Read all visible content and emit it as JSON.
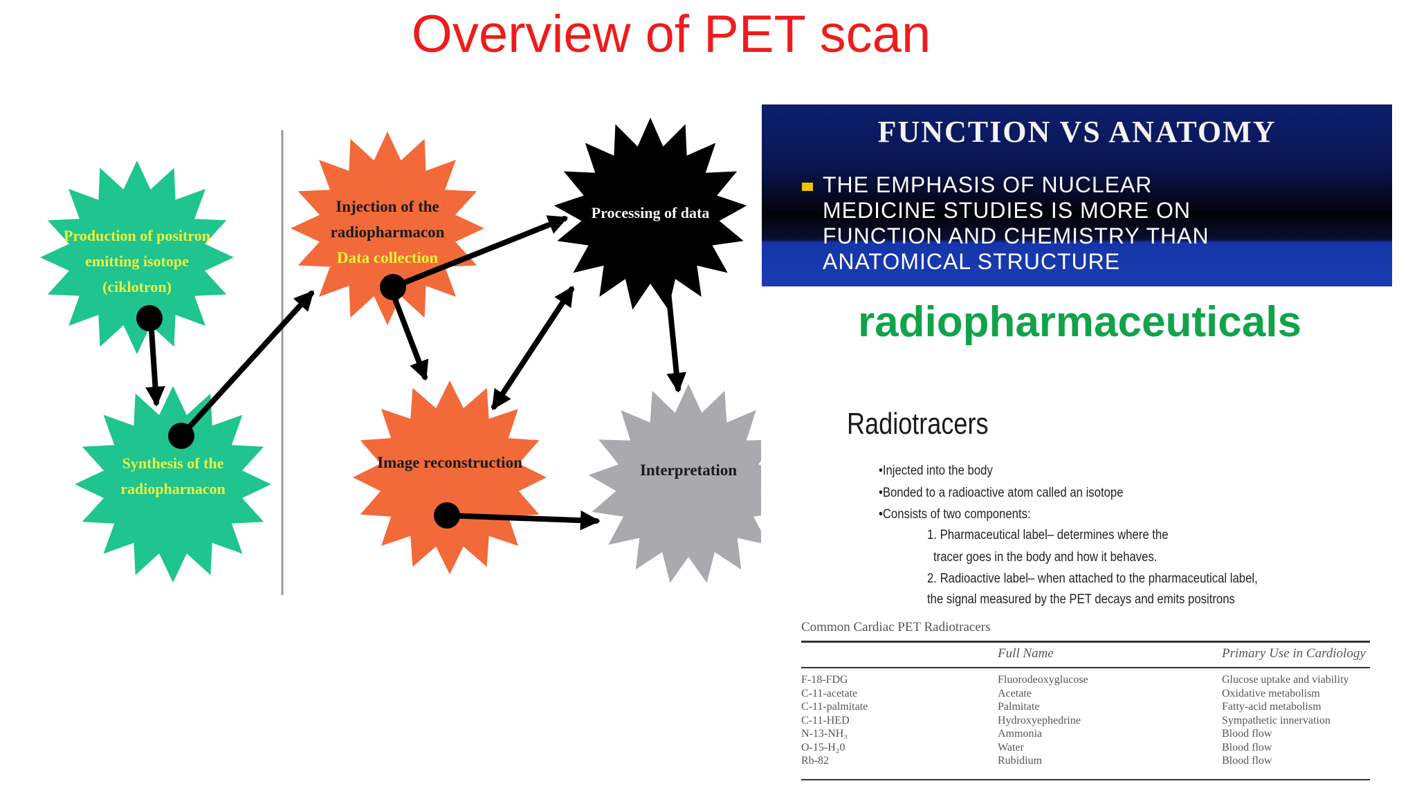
{
  "slide": {
    "title": "Overview of PET scan"
  },
  "flow": {
    "nodes": {
      "production": {
        "lines": [
          "Production of positron",
          "emitting isotope",
          "(ciklotron)"
        ]
      },
      "synthesis": {
        "lines": [
          "Synthesis of the",
          "radiopharnacon"
        ]
      },
      "injection": {
        "lines": [
          "Injection of the",
          "radiopharmacon"
        ],
        "highlight": "Data collection"
      },
      "processing": {
        "lines": [
          "Processing of data"
        ]
      },
      "reconstruction": {
        "lines": [
          "Image reconstruction"
        ]
      },
      "interpretation": {
        "lines": [
          "Interpretation"
        ]
      }
    },
    "colors": {
      "green": "#1fc48f",
      "orange": "#f26a3a",
      "black": "#000000",
      "gray": "#a9a9ae",
      "yellow_text": "#eef03c"
    }
  },
  "panel": {
    "title": "FUNCTION VS ANATOMY",
    "bullet_lines": [
      "THE EMPHASIS OF NUCLEAR",
      "MEDICINE STUDIES IS MORE ON",
      "FUNCTION AND CHEMISTRY THAN",
      "ANATOMICAL STRUCTURE"
    ],
    "colors": {
      "bullet": "#f2c200"
    }
  },
  "heading": {
    "text": "radiopharmaceuticals",
    "color": "#12a24a"
  },
  "radiotracers": {
    "title": "Radiotracers",
    "bullets": [
      "•Injected into the body",
      "•Bonded to a radioactive atom called an isotope",
      "•Consists of two components:"
    ],
    "item1_line1": "1. Pharmaceutical label– determines where the",
    "item1_line2": "tracer goes in the body and how it behaves.",
    "item2_line1": "2.   Radioactive label– when attached to the pharmaceutical label,",
    "item2_line2": "the signal measured  by the PET decays and emits positrons"
  },
  "table": {
    "caption": "Common Cardiac PET Radiotracers",
    "headers": [
      "",
      "Full Name",
      "Primary Use in Cardiology"
    ],
    "tracers": [
      "F-18-FDG",
      "C-11-acetate",
      "C-11-palmitate",
      "C-11-HED",
      "N-13-NH₃",
      "O-15-H₂0",
      "Rb-82"
    ],
    "full_names": [
      "Fluorodeoxyglucose",
      "Acetate",
      "Palmitate",
      "Hydroxyephedrine",
      "Ammonia",
      "Water",
      "Rubidium"
    ],
    "uses": [
      "Glucose uptake and viability",
      "Oxidative metabolism",
      "Fatty-acid metabolism",
      "Sympathetic innervation",
      "Blood flow",
      "Blood flow",
      "Blood flow"
    ]
  }
}
